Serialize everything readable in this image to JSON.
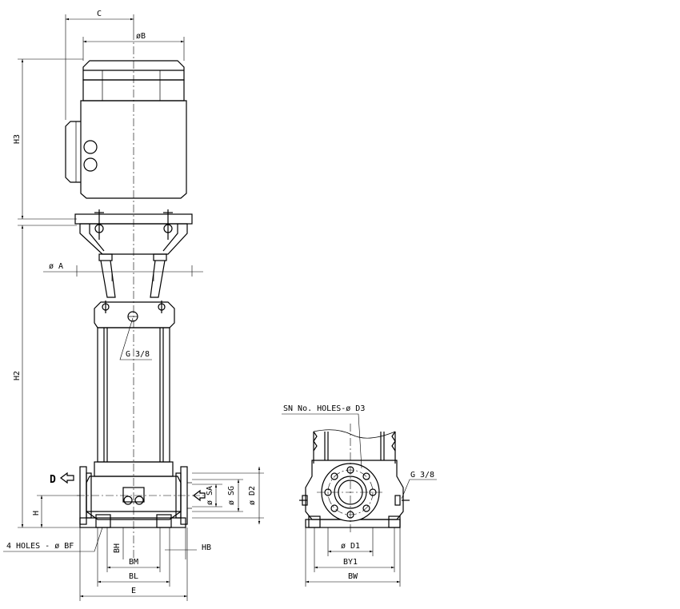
{
  "labels": {
    "c": "C",
    "b": "øB",
    "h3": "H3",
    "a": "ø A",
    "h2": "H2",
    "g38_front": "G 3/8",
    "d_arrow": "D",
    "h": "H",
    "sa": "ø SA",
    "sg": "ø SG",
    "d2": "ø D2",
    "holes_bf": "4 HOLES - ø BF",
    "bh": "BH",
    "hb": "HB",
    "bm": "BM",
    "bl": "BL",
    "e": "E",
    "sn_holes": "SN No. HOLES-ø D3",
    "g38_side": "G 3/8",
    "d1": "ø D1",
    "by1": "BY1",
    "bw": "BW"
  },
  "icons": {
    "arrow": "left-arrow-icon"
  }
}
